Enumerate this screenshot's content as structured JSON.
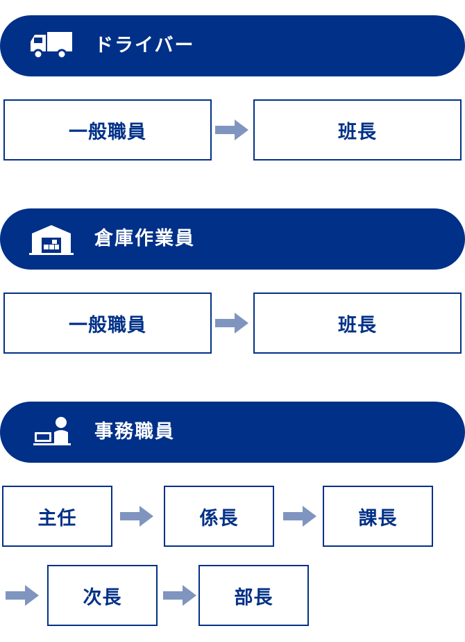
{
  "sections": [
    {
      "title": "ドライバー",
      "icon": "truck-icon",
      "steps": [
        "一般職員",
        "班長"
      ]
    },
    {
      "title": "倉庫作業員",
      "icon": "warehouse-icon",
      "steps": [
        "一般職員",
        "班長"
      ]
    },
    {
      "title": "事務職員",
      "icon": "office-worker-icon",
      "steps": [
        "主任",
        "係長",
        "課長",
        "次長",
        "部長"
      ]
    }
  ],
  "colors": {
    "primary": "#003087",
    "arrow": "#7f94bf",
    "background": "#ffffff"
  }
}
